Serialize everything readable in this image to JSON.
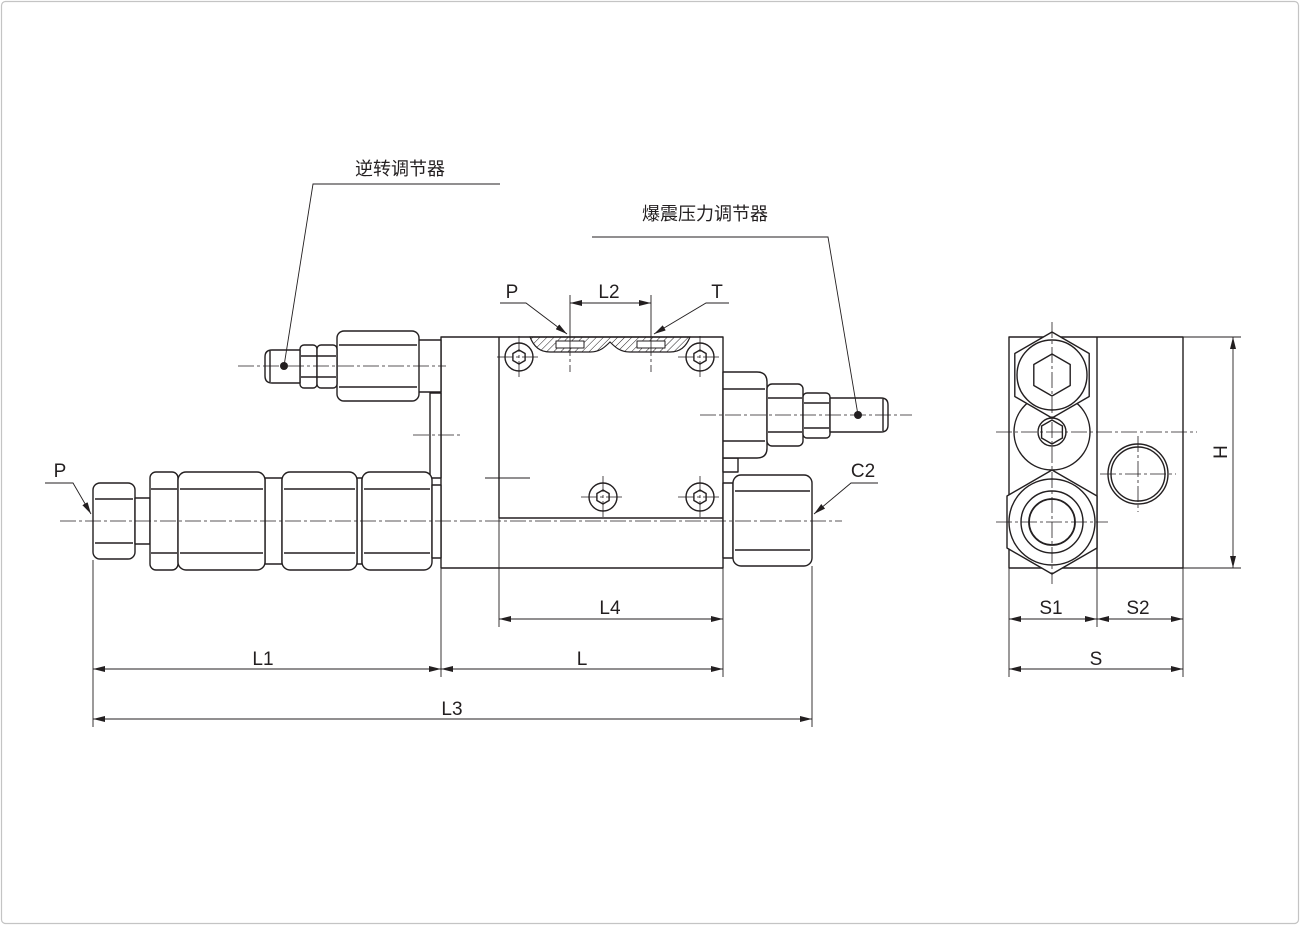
{
  "front_view": {
    "reverse_regulator_label": "逆转调节器",
    "burst_pressure_regulator_label": "爆震压力调节器",
    "port_p_top": "P",
    "dim_l2": "L2",
    "port_t": "T",
    "port_p_inlet": "P",
    "port_c2": "C2",
    "dim_l4": "L4",
    "dim_l1": "L1",
    "dim_l": "L",
    "dim_l3": "L3"
  },
  "side_view": {
    "dim_s1": "S1",
    "dim_s2": "S2",
    "dim_s": "S",
    "dim_h": "H"
  }
}
